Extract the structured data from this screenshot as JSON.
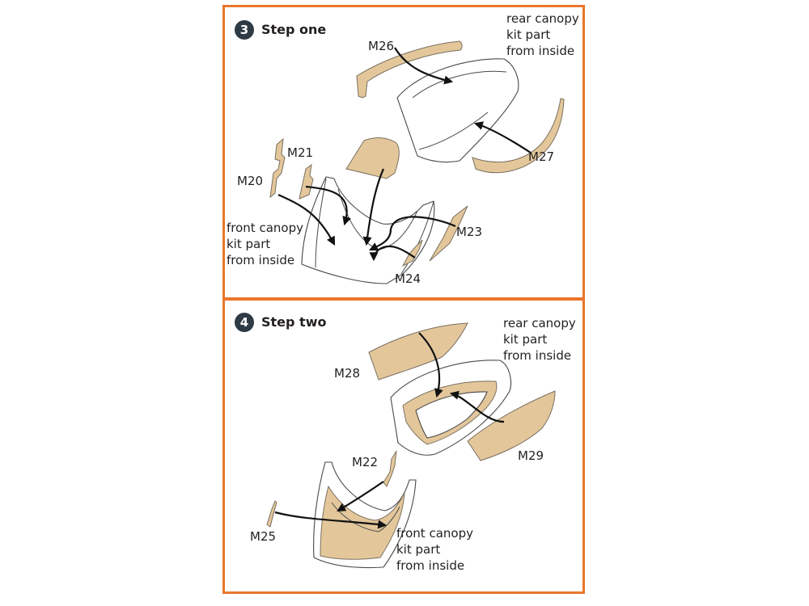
{
  "colors": {
    "frame": "#e9762b",
    "part": "#e3c79b",
    "badge": "#2e3a44"
  },
  "step_one": {
    "number": "3",
    "title": "Step one",
    "rear_label": [
      "rear canopy",
      "kit part",
      "from inside"
    ],
    "front_label": [
      "front canopy",
      "kit part",
      "from inside"
    ],
    "parts": {
      "m26": "M26",
      "m27": "M27",
      "m21": "M21",
      "m20": "M20",
      "m23": "M23",
      "m24": "M24"
    }
  },
  "step_two": {
    "number": "4",
    "title": "Step two",
    "rear_label": [
      "rear canopy",
      "kit part",
      "from inside"
    ],
    "front_label": [
      "front canopy",
      "kit part",
      "from inside"
    ],
    "parts": {
      "m28": "M28",
      "m29": "M29",
      "m22": "M22",
      "m25": "M25"
    }
  }
}
